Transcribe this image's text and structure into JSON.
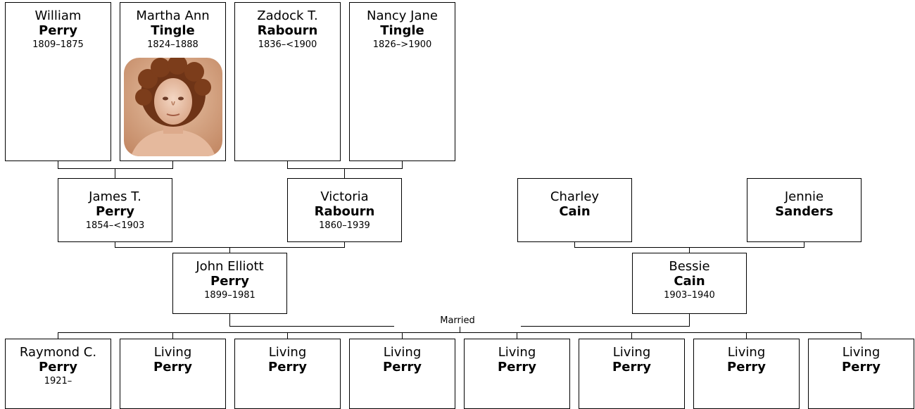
{
  "people": {
    "william": {
      "given": "William",
      "surname": "Perry",
      "dates": "1809–1875"
    },
    "martha": {
      "given": "Martha Ann",
      "surname": "Tingle",
      "dates": "1824–1888"
    },
    "zadock": {
      "given": "Zadock T.",
      "surname": "Rabourn",
      "dates": "1836–<1900"
    },
    "nancy": {
      "given": "Nancy Jane",
      "surname": "Tingle",
      "dates": "1826–>1900"
    },
    "james": {
      "given": "James T.",
      "surname": "Perry",
      "dates": "1854–<1903"
    },
    "victoria": {
      "given": "Victoria",
      "surname": "Rabourn",
      "dates": "1860–1939"
    },
    "charley": {
      "given": "Charley",
      "surname": "Cain",
      "dates": ""
    },
    "jennie": {
      "given": "Jennie",
      "surname": "Sanders",
      "dates": ""
    },
    "john": {
      "given": "John Elliott",
      "surname": "Perry",
      "dates": "1899–1981"
    },
    "bessie": {
      "given": "Bessie",
      "surname": "Cain",
      "dates": "1903–1940"
    }
  },
  "children": [
    {
      "given": "Raymond C.",
      "surname": "Perry",
      "dates": "1921–"
    },
    {
      "given": "Living",
      "surname": "Perry",
      "dates": ""
    },
    {
      "given": "Living",
      "surname": "Perry",
      "dates": ""
    },
    {
      "given": "Living",
      "surname": "Perry",
      "dates": ""
    },
    {
      "given": "Living",
      "surname": "Perry",
      "dates": ""
    },
    {
      "given": "Living",
      "surname": "Perry",
      "dates": ""
    },
    {
      "given": "Living",
      "surname": "Perry",
      "dates": ""
    },
    {
      "given": "Living",
      "surname": "Perry",
      "dates": ""
    }
  ],
  "married_label": "Married",
  "portrait": {
    "subject": "Martha Ann Tingle",
    "tone": "sepia"
  }
}
